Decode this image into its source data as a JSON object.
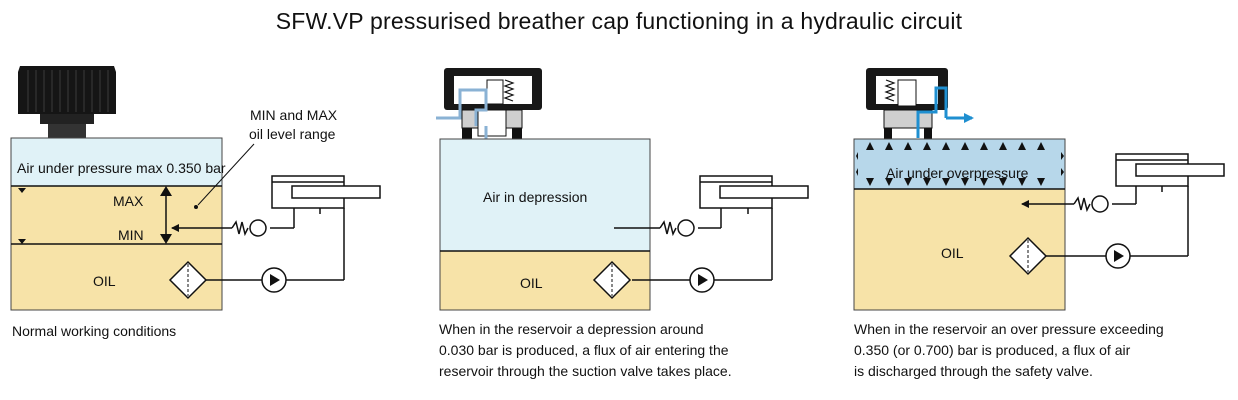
{
  "title": "SFW.VP pressurised breather cap functioning in a hydraulic circuit",
  "panel1": {
    "air_label": "Air under pressure max 0.350 bar",
    "max_label": "MAX",
    "min_label": "MIN",
    "oil_label": "OIL",
    "callout_line1": "MIN and MAX",
    "callout_line2": "oil level range",
    "caption": [
      "Normal working conditions"
    ]
  },
  "panel2": {
    "air_label": "Air in depression",
    "oil_label": "OIL",
    "caption": [
      "When in the reservoir a depression around",
      "0.030 bar is produced, a flux of air entering the",
      "reservoir through the suction valve takes place."
    ]
  },
  "panel3": {
    "air_label": "Air under overpressure",
    "oil_label": "OIL",
    "caption": [
      "When in the reservoir an over pressure exceeding",
      "0.350 (or 0.700) bar is produced, a flux of air",
      "is discharged through the safety valve."
    ]
  },
  "colors": {
    "oil": "#f7e3a8",
    "air": "#e0f2f7",
    "air_pressure": "#b7d7ea",
    "flow_arrow": "#1f8fd0",
    "depression_arrow": "#8ab2d4"
  }
}
